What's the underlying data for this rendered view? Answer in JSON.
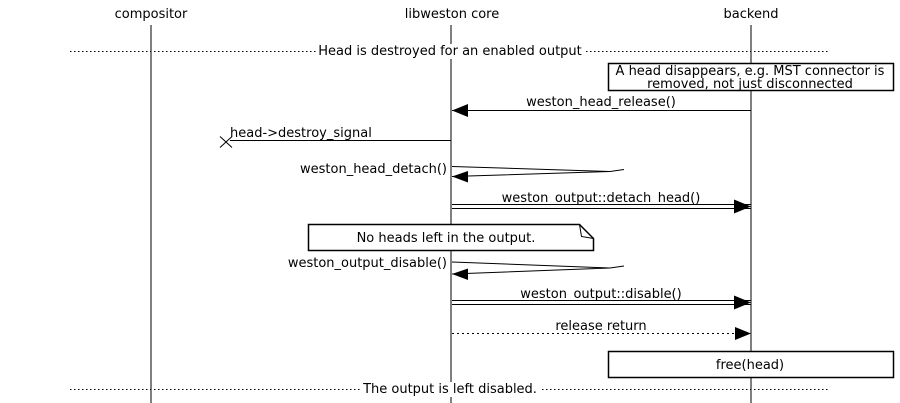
{
  "participants": {
    "compositor": "compositor",
    "core": "libweston core",
    "backend": "backend"
  },
  "dividers": {
    "top": "Head is destroyed for an enabled output",
    "bottom": "The output is left disabled."
  },
  "notes": {
    "disappear_line1": "A head disappears, e.g. MST connector is",
    "disappear_line2": "removed, not just disconnected",
    "no_heads": "No heads left in the output."
  },
  "messages": {
    "head_release": "weston_head_release()",
    "destroy_signal": "head->destroy_signal",
    "head_detach": "weston_head_detach()",
    "detach_head": "weston_output::detach_head()",
    "output_disable": "weston_output_disable()",
    "disable": "weston_output::disable()",
    "release_return": "release return",
    "free_head": "free(head)"
  },
  "colors": {
    "line": "#000000",
    "background": "#ffffff"
  }
}
